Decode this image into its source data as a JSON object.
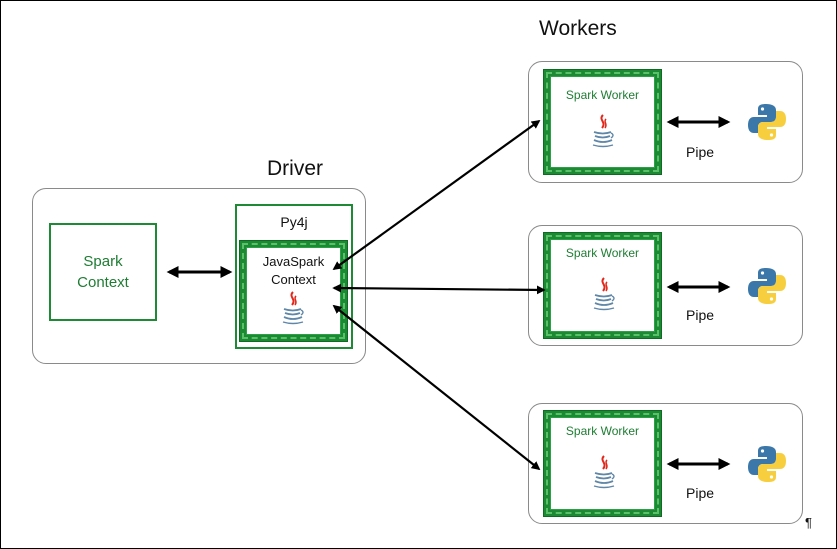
{
  "driver": {
    "title": "Driver",
    "spark_context": {
      "line1": "Spark",
      "line2": "Context"
    },
    "py4j": {
      "label": "Py4j",
      "java_context": {
        "line1": "JavaSpark",
        "line2": "Context",
        "icon": "java-icon"
      }
    }
  },
  "workers": {
    "title": "Workers",
    "items": [
      {
        "label": "Spark Worker",
        "pipe_label": "Pipe",
        "java_icon": "java-icon",
        "python_icon": "python-icon"
      },
      {
        "label": "Spark Worker",
        "pipe_label": "Pipe",
        "java_icon": "java-icon",
        "python_icon": "python-icon"
      },
      {
        "label": "Spark Worker",
        "pipe_label": "Pipe",
        "java_icon": "java-icon",
        "python_icon": "python-icon"
      }
    ]
  },
  "pilcrow": "¶",
  "colors": {
    "green": "#1e8a36",
    "python_blue": "#3b77a8",
    "python_yellow": "#f7cf3e",
    "java_red": "#e0281b",
    "java_blue": "#5f87a8"
  }
}
